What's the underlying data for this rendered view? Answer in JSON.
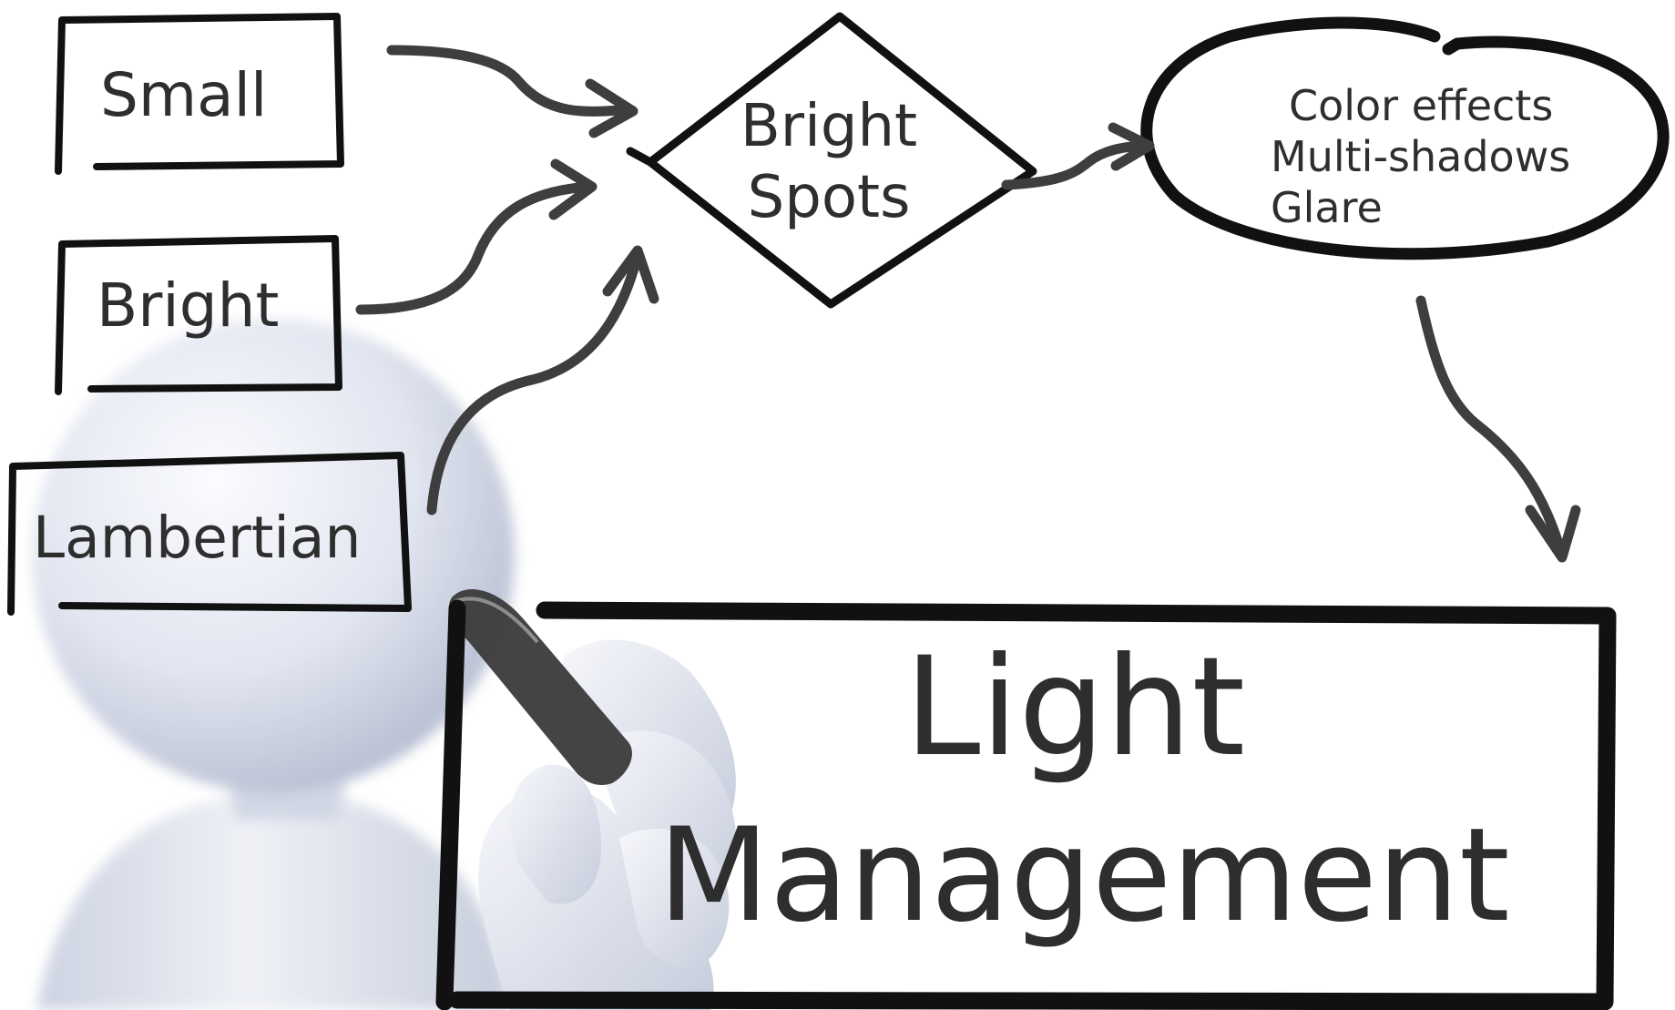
{
  "inputs": {
    "small": "Small",
    "bright": "Bright",
    "lambertian": "Lambertian"
  },
  "decision": {
    "line1": "Bright",
    "line2": "Spots"
  },
  "effects": {
    "line1": "Color effects",
    "line2": "Multi-shadows",
    "line3": "Glare"
  },
  "result": {
    "line1": "Light",
    "line2": "Management"
  },
  "icons": {
    "figure": "stick-figure-with-marker-icon"
  },
  "colors": {
    "ink": "#111111",
    "text": "#2e2e2e",
    "arrow": "#3e3e3e",
    "figure": "#c9d0e0"
  }
}
